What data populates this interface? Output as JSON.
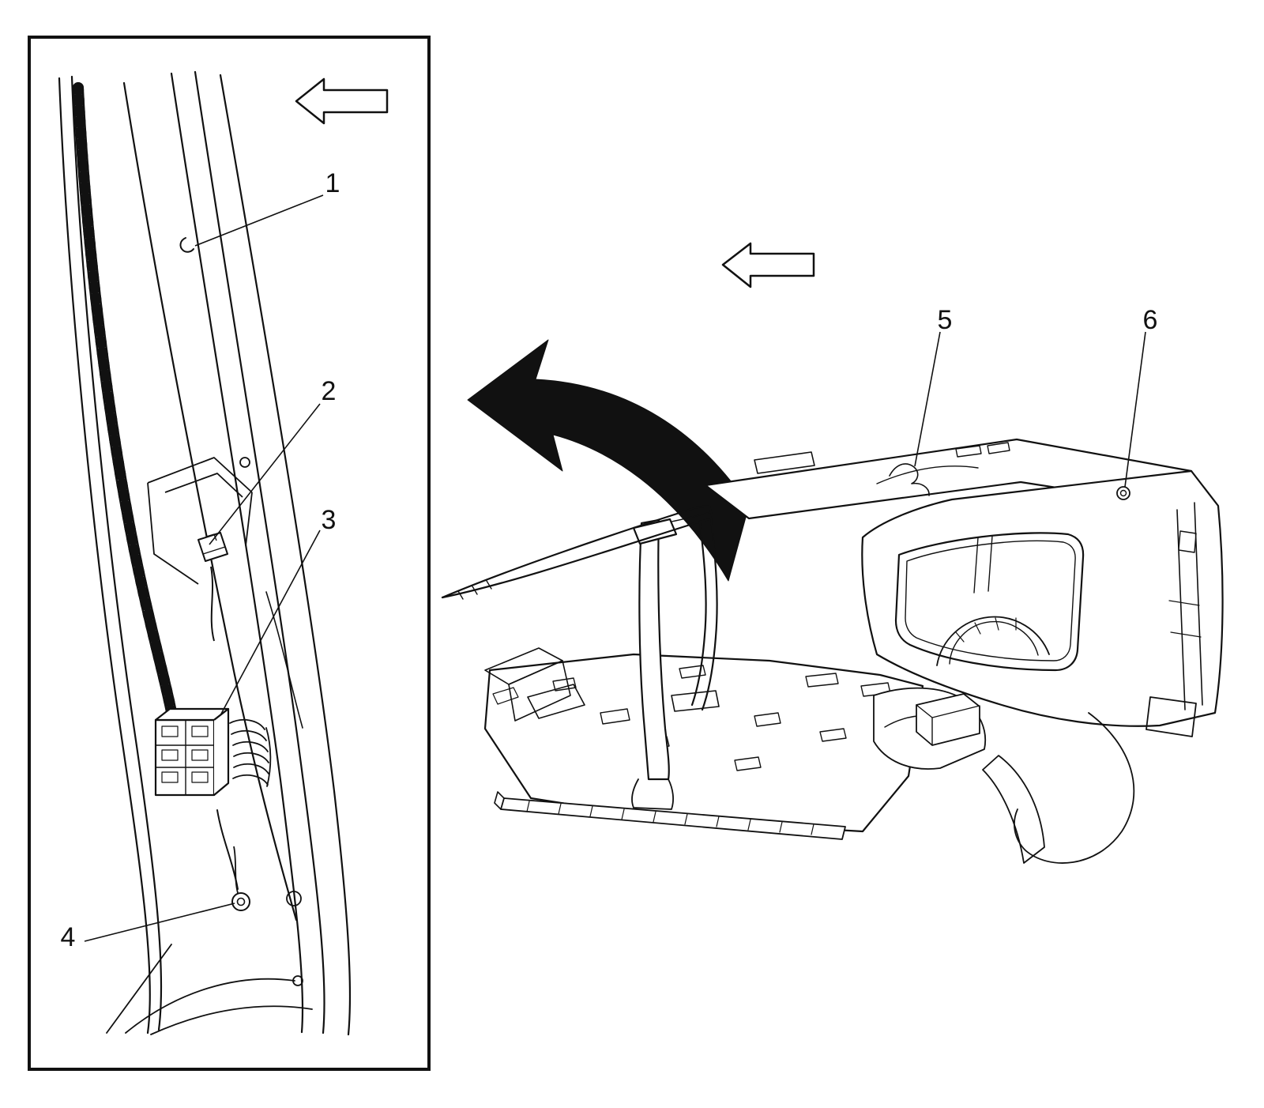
{
  "figure": {
    "callouts": [
      {
        "id": 1,
        "label": "1"
      },
      {
        "id": 2,
        "label": "2"
      },
      {
        "id": 3,
        "label": "3"
      },
      {
        "id": 4,
        "label": "4"
      },
      {
        "id": 5,
        "label": "5"
      },
      {
        "id": 6,
        "label": "6"
      }
    ],
    "icons": [
      {
        "name": "left-direction-arrow-inset",
        "shape": "outlined-block-arrow-left"
      },
      {
        "name": "left-direction-arrow-vehicle",
        "shape": "outlined-block-arrow-left"
      },
      {
        "name": "detail-zoom-arrow",
        "shape": "solid-curved-arrow-upper-left"
      }
    ],
    "colors": {
      "line": "#111111",
      "background": "#ffffff",
      "zoom_arrow_fill": "#111111"
    }
  }
}
